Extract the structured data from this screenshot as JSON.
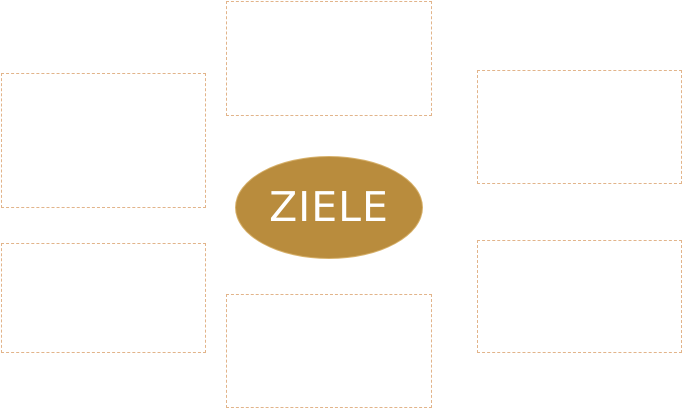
{
  "diagram": {
    "center": {
      "label": "ZIELE",
      "fill_color": "#b98c3d",
      "text_color": "#ffffff"
    },
    "boxes": [
      {
        "id": "top-center",
        "text": ""
      },
      {
        "id": "left-upper",
        "text": ""
      },
      {
        "id": "right-upper",
        "text": ""
      },
      {
        "id": "left-lower",
        "text": ""
      },
      {
        "id": "right-lower",
        "text": ""
      },
      {
        "id": "bottom-center",
        "text": ""
      }
    ],
    "box_border_color": "#e2b48a"
  }
}
